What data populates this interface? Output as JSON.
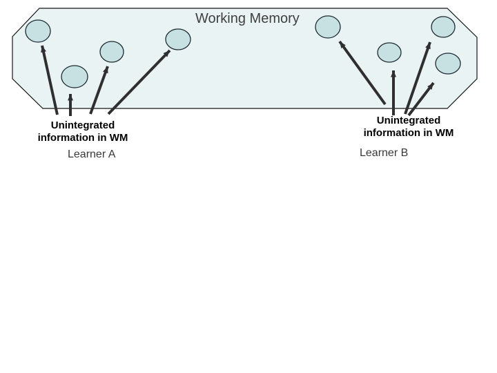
{
  "title": "Working Memory",
  "learner_a": {
    "label_line1": "Unintegrated",
    "label_line2": "information in WM",
    "name": "Learner A",
    "memory_item_count": 4,
    "arrow_count": 4
  },
  "learner_b": {
    "label_line1": "Unintegrated",
    "label_line2": "information in WM",
    "name": "Learner B",
    "memory_item_count": 4,
    "arrow_count": 4
  },
  "colors": {
    "background": "#ffffff",
    "panel_fill": "#eaf3f3",
    "panel_stroke": "#141414",
    "node_fill": "#c7e0e2",
    "node_stroke": "#1b2a32",
    "arrow": "#2f2f2f",
    "title_text": "#3f3f3f",
    "caption_text": "#000000",
    "learner_text": "#383838"
  }
}
